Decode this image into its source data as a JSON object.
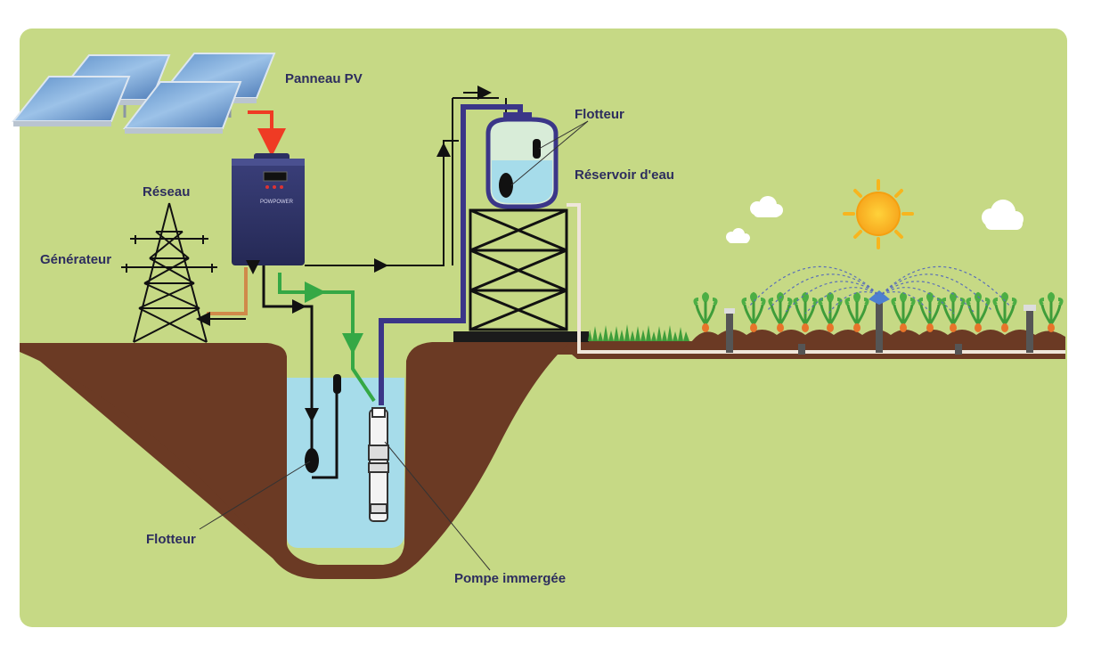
{
  "labels": {
    "pv_panel": "Panneau PV",
    "grid": "Réseau",
    "generator": "Générateur",
    "tank_float": "Flotteur",
    "tank": "Réservoir d'eau",
    "well_float": "Flotteur",
    "pump": "Pompe immergée"
  },
  "inverter": {
    "brand": "POWPOWER"
  },
  "colors": {
    "background": "#c6d985",
    "ground": "#6b3a24",
    "water": "#a6dcea",
    "solar_power": "#ef3b24",
    "ac_power": "#d08a4a",
    "pump_power": "#35a845",
    "water_pipe": "#3b3688",
    "signal": "#111111",
    "sun": "#f7b51e"
  },
  "icons": [
    "solar-panel-icon",
    "inverter-icon",
    "pylon-icon",
    "float-switch-icon",
    "pump-icon",
    "tank-icon",
    "sun-icon",
    "cloud-icon",
    "plant-icon",
    "sprinkler-icon"
  ]
}
